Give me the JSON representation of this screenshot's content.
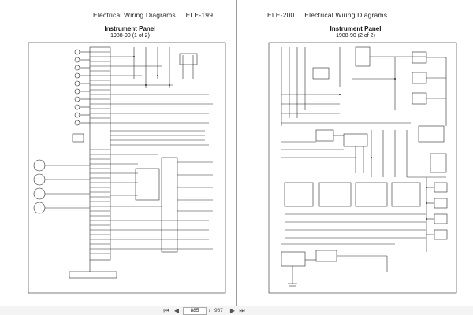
{
  "left_page": {
    "section_title": "Electrical Wiring Diagrams",
    "page_code": "ELE-199",
    "diagram_title": "Instrument Panel",
    "diagram_subtitle": "1988-90 (1 of 2)"
  },
  "right_page": {
    "page_code": "ELE-200",
    "section_title": "Electrical Wiring Diagrams",
    "diagram_title": "Instrument Panel",
    "diagram_subtitle": "1988-90 (2 of 2)"
  },
  "toolbar": {
    "current_page": "885",
    "separator": "/",
    "total_pages": "987",
    "icons": [
      "first-page-icon",
      "prev-page-icon",
      "next-page-icon",
      "last-page-icon"
    ]
  },
  "colors": {
    "line": "#2a2a2a",
    "page_bg": "#ffffff",
    "toolbar_bg": "#f4f4f4"
  }
}
